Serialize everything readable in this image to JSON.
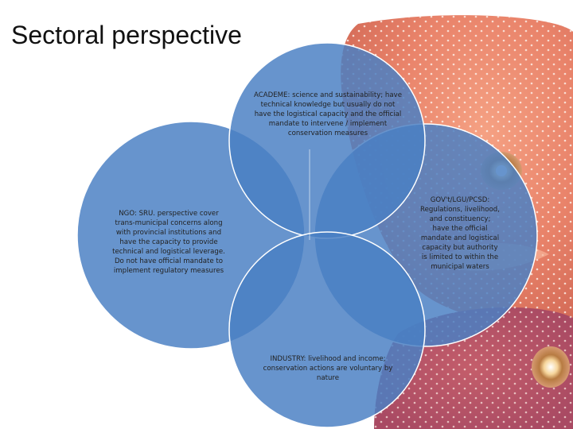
{
  "slide": {
    "title": "Sectoral perspective"
  },
  "diagram": {
    "type": "overlapping-circles",
    "sectors": [
      {
        "id": "academe",
        "text": "ACADEME: science and sustainability; have technical knowledge but usually do not have the logistical capacity and the official mandate to intervene / implement conservation measures"
      },
      {
        "id": "ngo",
        "text": "NGO: SRU. perspective cover trans-municipal concerns along with provincial institutions and have the capacity to provide technical and logistical leverage. Do not have official mandate to implement regulatory measures"
      },
      {
        "id": "gov",
        "text": "GOV't/LGU/PCSD: Regulations, livelihood, and constituency; have the official mandate and logistical capacity but authority is limited to within the municipal waters"
      },
      {
        "id": "industry",
        "text": "INDUSTRY: livelihood and income; conservation actions are voluntary by nature"
      }
    ]
  },
  "colors": {
    "circle_fill": "#4a7fc4",
    "circle_stroke": "#ffffff",
    "background_fish": "#e8866a",
    "fish_spots": "#fbe7de",
    "text": "#222222"
  }
}
